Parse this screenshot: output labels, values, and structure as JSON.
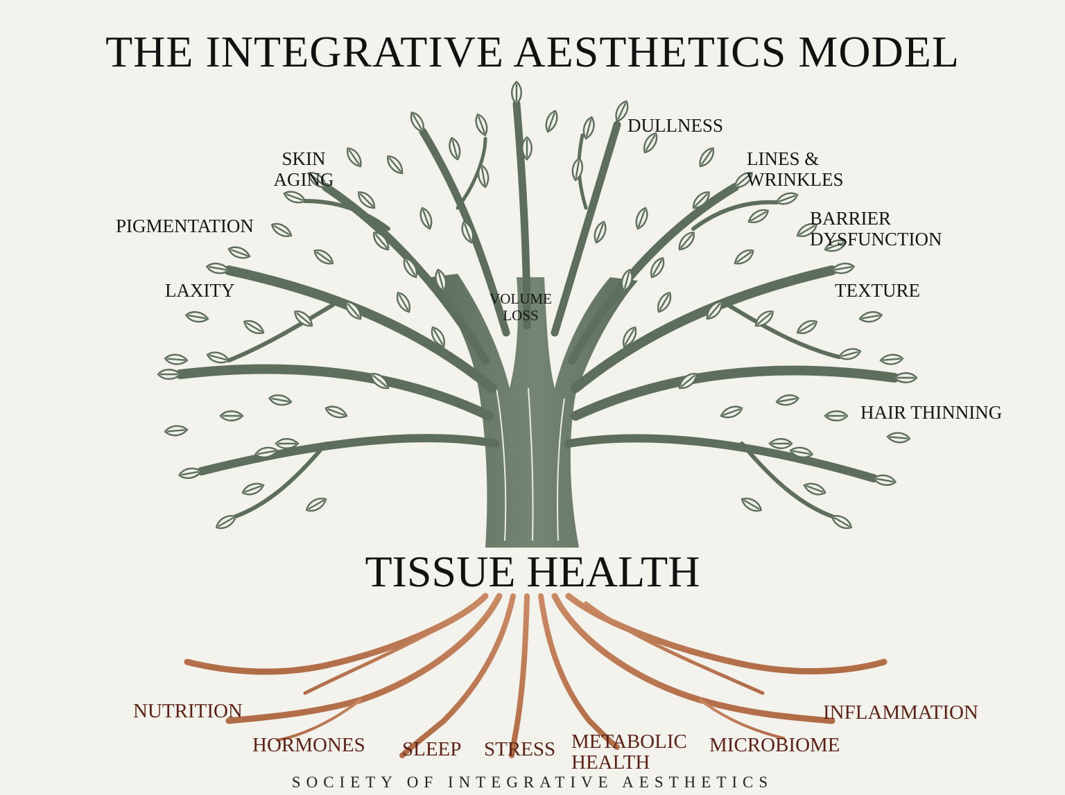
{
  "title": "THE INTEGRATIVE AESTHETICS MODEL",
  "center_label": "TISSUE HEALTH",
  "footer": "SOCIETY OF INTEGRATIVE AESTHETICS",
  "colors": {
    "background": "#f4f2ec",
    "branches": "#5d6e5c",
    "leaf_fill": "#eef0ea",
    "roots": "#b9744f",
    "root_text": "#5a2218"
  },
  "branch_labels": {
    "dullness": "DULLNESS",
    "skin_aging_1": "SKIN",
    "skin_aging_2": "AGING",
    "lines_1": "LINES &",
    "lines_2": "WRINKLES",
    "pigmentation": "PIGMENTATION",
    "barrier_1": "BARRIER",
    "barrier_2": "DYSFUNCTION",
    "laxity": "LAXITY",
    "volume_1": "VOLUME",
    "volume_2": "LOSS",
    "texture": "TEXTURE",
    "hair_thinning": "HAIR THINNING"
  },
  "root_labels": {
    "nutrition": "NUTRITION",
    "hormones": "HORMONES",
    "sleep": "SLEEP",
    "stress": "STRESS",
    "metabolic_1": "METABOLIC",
    "metabolic_2": "HEALTH",
    "microbiome": "MICROBIOME",
    "inflammation": "INFLAMMATION"
  }
}
